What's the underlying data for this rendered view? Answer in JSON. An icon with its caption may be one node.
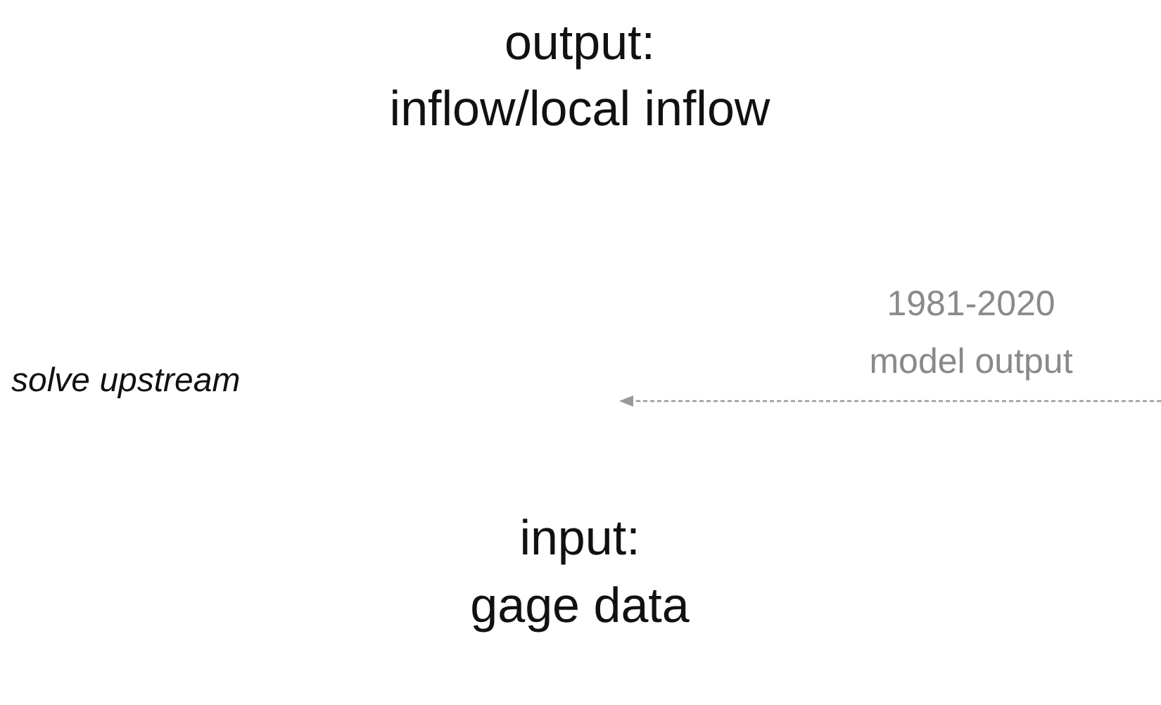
{
  "diagram": {
    "labels": [
      "output:",
      "inflow/local inflow",
      "1981-2020 model output",
      "solve upstream",
      "input:",
      "gage data"
    ]
  }
}
